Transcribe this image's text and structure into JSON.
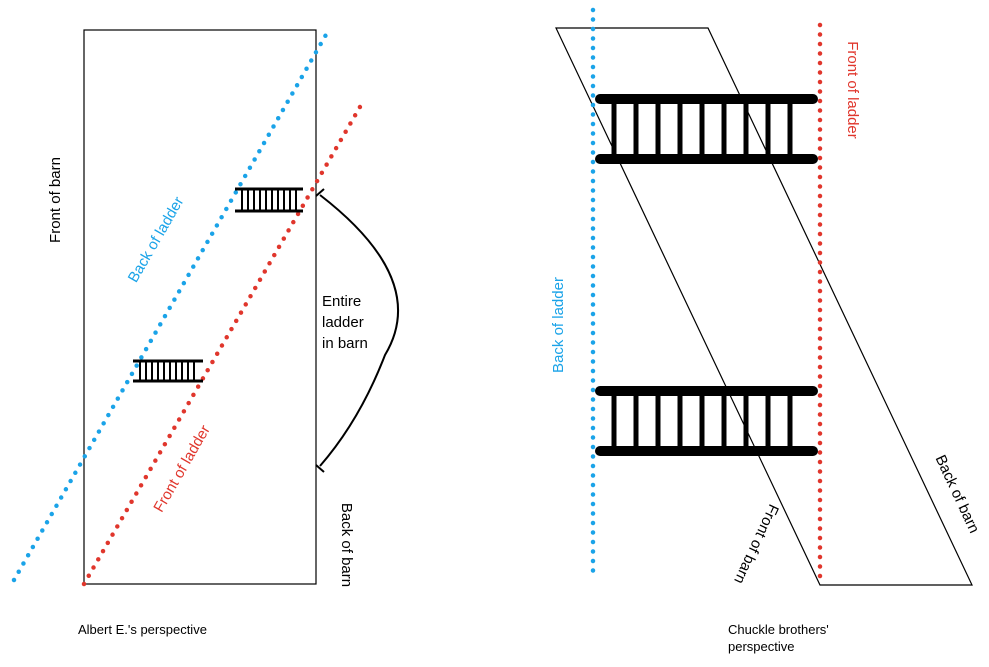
{
  "colors": {
    "ink": "#000000",
    "back_ladder": "#1aa3e8",
    "front_ladder": "#e0362c"
  },
  "left_panel": {
    "front_of_barn": "Front of barn",
    "back_of_ladder": "Back of ladder",
    "front_of_ladder": "Front of ladder",
    "entire_ladder": [
      "Entire",
      "ladder",
      "in barn"
    ],
    "back_of_barn": "Back of barn",
    "caption": "Albert E.'s perspective"
  },
  "right_panel": {
    "front_of_ladder": "Front of ladder",
    "back_of_ladder": "Back of ladder",
    "front_of_barn": "Front of barn",
    "back_of_barn": "Back of barn",
    "caption_line1": "Chuckle brothers'",
    "caption_line2": "perspective"
  }
}
